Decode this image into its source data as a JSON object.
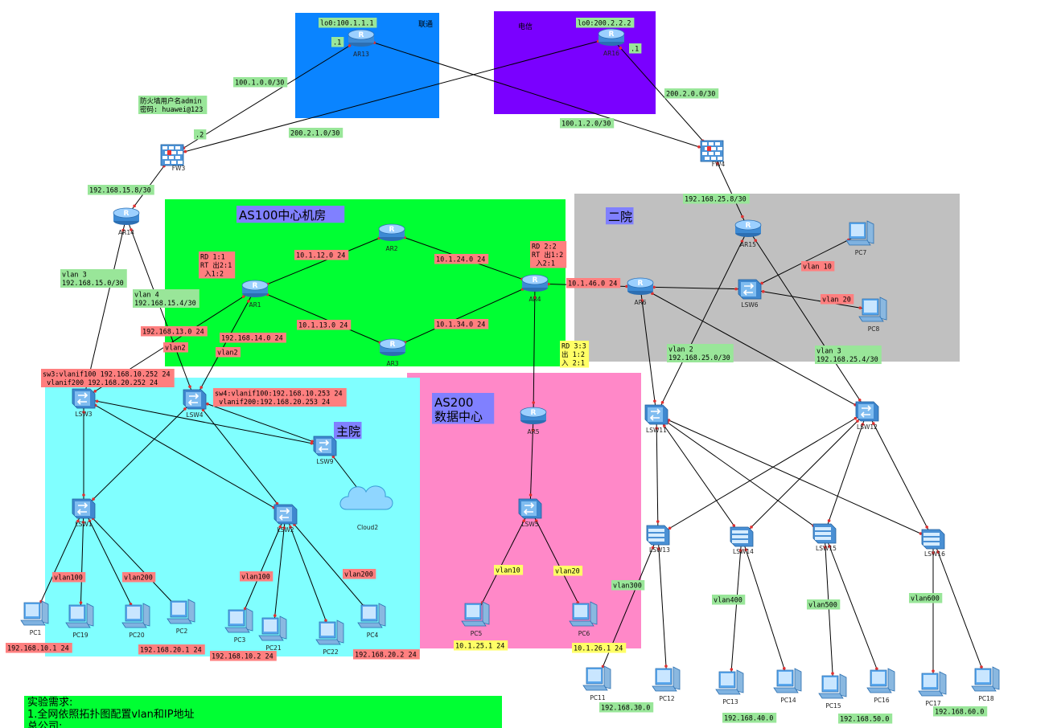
{
  "colors": {
    "unicom": "#0a84ff",
    "telecom": "#7a00ff",
    "as100": "#00ff33",
    "second_hospital": "#c0c0c0",
    "as200": "#ff88c8",
    "main_hospital": "#80ffff",
    "label_green": "#99e699",
    "label_red": "#ff7f7f",
    "label_yellow": "#ffff66",
    "title_box": "#8080ff",
    "link": "#000000",
    "port": "#e03030"
  },
  "areas": [
    {
      "id": "unicom",
      "title": "联通"
    },
    {
      "id": "telecom",
      "title": "电信"
    },
    {
      "id": "as100",
      "title": "AS100中心机房"
    },
    {
      "id": "second",
      "title": "二院"
    },
    {
      "id": "as200",
      "title": "AS200\n数据中心"
    },
    {
      "id": "main",
      "title": "主院"
    }
  ],
  "devices": [
    {
      "id": "AR13",
      "type": "router"
    },
    {
      "id": "AR16",
      "type": "router"
    },
    {
      "id": "FW3",
      "type": "firewall"
    },
    {
      "id": "FW4",
      "type": "firewall"
    },
    {
      "id": "AR14",
      "type": "router"
    },
    {
      "id": "AR15",
      "type": "router"
    },
    {
      "id": "AR1",
      "type": "router"
    },
    {
      "id": "AR2",
      "type": "router"
    },
    {
      "id": "AR3",
      "type": "router"
    },
    {
      "id": "AR4",
      "type": "router"
    },
    {
      "id": "AR5",
      "type": "router"
    },
    {
      "id": "AR6",
      "type": "router"
    },
    {
      "id": "LSW3",
      "type": "l3switch"
    },
    {
      "id": "LSW4",
      "type": "l3switch"
    },
    {
      "id": "LSW9",
      "type": "l3switch"
    },
    {
      "id": "LSW1",
      "type": "l3switch"
    },
    {
      "id": "LSW2",
      "type": "l3switch"
    },
    {
      "id": "LSW5",
      "type": "l3switch"
    },
    {
      "id": "LSW6",
      "type": "l3switch"
    },
    {
      "id": "LSW11",
      "type": "l3switch"
    },
    {
      "id": "LSW12",
      "type": "l3switch"
    },
    {
      "id": "LSW13",
      "type": "l2switch"
    },
    {
      "id": "LSW14",
      "type": "l2switch"
    },
    {
      "id": "LSW15",
      "type": "l2switch"
    },
    {
      "id": "LSW16",
      "type": "l2switch"
    },
    {
      "id": "Cloud2",
      "type": "cloud"
    },
    {
      "id": "PC1",
      "type": "pc"
    },
    {
      "id": "PC19",
      "type": "pc"
    },
    {
      "id": "PC20",
      "type": "pc"
    },
    {
      "id": "PC2",
      "type": "pc"
    },
    {
      "id": "PC3",
      "type": "pc"
    },
    {
      "id": "PC21",
      "type": "pc"
    },
    {
      "id": "PC22",
      "type": "pc"
    },
    {
      "id": "PC4",
      "type": "pc"
    },
    {
      "id": "PC5",
      "type": "pc"
    },
    {
      "id": "PC6",
      "type": "pc"
    },
    {
      "id": "PC7",
      "type": "pc"
    },
    {
      "id": "PC8",
      "type": "pc"
    },
    {
      "id": "PC11",
      "type": "pc"
    },
    {
      "id": "PC12",
      "type": "pc"
    },
    {
      "id": "PC13",
      "type": "pc"
    },
    {
      "id": "PC14",
      "type": "pc"
    },
    {
      "id": "PC15",
      "type": "pc"
    },
    {
      "id": "PC16",
      "type": "pc"
    },
    {
      "id": "PC17",
      "type": "pc"
    },
    {
      "id": "PC18",
      "type": "pc"
    }
  ],
  "links": [
    [
      "AR13",
      "FW3"
    ],
    [
      "AR13",
      "FW4"
    ],
    [
      "AR16",
      "FW3"
    ],
    [
      "AR16",
      "FW4"
    ],
    [
      "FW3",
      "AR14"
    ],
    [
      "FW4",
      "AR15"
    ],
    [
      "AR14",
      "LSW3"
    ],
    [
      "AR14",
      "LSW4"
    ],
    [
      "AR1",
      "AR2"
    ],
    [
      "AR1",
      "AR3"
    ],
    [
      "AR2",
      "AR4"
    ],
    [
      "AR3",
      "AR4"
    ],
    [
      "AR1",
      "LSW3"
    ],
    [
      "AR1",
      "LSW4"
    ],
    [
      "AR4",
      "AR6"
    ],
    [
      "AR4",
      "AR5"
    ],
    [
      "AR5",
      "LSW5"
    ],
    [
      "LSW5",
      "PC5"
    ],
    [
      "LSW5",
      "PC6"
    ],
    [
      "AR6",
      "LSW6"
    ],
    [
      "LSW6",
      "PC7"
    ],
    [
      "LSW6",
      "PC8"
    ],
    [
      "AR6",
      "LSW11"
    ],
    [
      "AR6",
      "LSW12"
    ],
    [
      "AR15",
      "LSW11"
    ],
    [
      "AR15",
      "LSW12"
    ],
    [
      "LSW3",
      "LSW9"
    ],
    [
      "LSW4",
      "LSW9"
    ],
    [
      "LSW9",
      "Cloud2"
    ],
    [
      "LSW3",
      "LSW1"
    ],
    [
      "LSW3",
      "LSW2"
    ],
    [
      "LSW4",
      "LSW1"
    ],
    [
      "LSW4",
      "LSW2"
    ],
    [
      "LSW1",
      "PC1"
    ],
    [
      "LSW1",
      "PC19"
    ],
    [
      "LSW1",
      "PC20"
    ],
    [
      "LSW1",
      "PC2"
    ],
    [
      "LSW2",
      "PC3"
    ],
    [
      "LSW2",
      "PC21"
    ],
    [
      "LSW2",
      "PC22"
    ],
    [
      "LSW2",
      "PC4"
    ],
    [
      "LSW11",
      "LSW13"
    ],
    [
      "LSW11",
      "LSW14"
    ],
    [
      "LSW11",
      "LSW15"
    ],
    [
      "LSW11",
      "LSW16"
    ],
    [
      "LSW12",
      "LSW13"
    ],
    [
      "LSW12",
      "LSW14"
    ],
    [
      "LSW12",
      "LSW15"
    ],
    [
      "LSW12",
      "LSW16"
    ],
    [
      "LSW13",
      "PC11"
    ],
    [
      "LSW13",
      "PC12"
    ],
    [
      "LSW14",
      "PC13"
    ],
    [
      "LSW14",
      "PC14"
    ],
    [
      "LSW15",
      "PC15"
    ],
    [
      "LSW15",
      "PC16"
    ],
    [
      "LSW16",
      "PC17"
    ],
    [
      "LSW16",
      "PC18"
    ]
  ],
  "labels": [
    {
      "id": "lo13",
      "text": "lo0:100.1.1.1",
      "color": "green"
    },
    {
      "id": "dot1a",
      "text": ".1",
      "color": "green"
    },
    {
      "id": "lo16",
      "text": "lo0:200.2.2.2",
      "color": "green"
    },
    {
      "id": "dot1b",
      "text": ".1",
      "color": "green"
    },
    {
      "id": "n100_1_0",
      "text": "100.1.0.0/30",
      "color": "green"
    },
    {
      "id": "fwuser",
      "text": "防火墙用户名admin\n密码: huawei@123",
      "color": "green"
    },
    {
      "id": "dot2",
      "text": ".2",
      "color": "green"
    },
    {
      "id": "n200_2_1",
      "text": "200.2.1.0/30",
      "color": "green"
    },
    {
      "id": "n100_1_2",
      "text": "100.1.2.0/30",
      "color": "green"
    },
    {
      "id": "n200_2_0",
      "text": "200.2.0.0/30",
      "color": "green"
    },
    {
      "id": "n15_8",
      "text": "192.168.15.8/30",
      "color": "green"
    },
    {
      "id": "n25_8",
      "text": "192.168.25.8/30",
      "color": "green"
    },
    {
      "id": "vlan3a",
      "text": "vlan 3\n192.168.15.0/30",
      "color": "green"
    },
    {
      "id": "vlan4a",
      "text": "vlan 4\n192.168.15.4/30",
      "color": "green"
    },
    {
      "id": "rd1",
      "text": "RD 1:1\nRT 出2:1\n   入1:2",
      "color": "red"
    },
    {
      "id": "n12",
      "text": "10.1.12.0 24",
      "color": "red"
    },
    {
      "id": "n24",
      "text": "10.1.24.0 24",
      "color": "red"
    },
    {
      "id": "rd2",
      "text": "RD 2:2\nRT 出1:2\n   入2:1",
      "color": "red"
    },
    {
      "id": "n46",
      "text": "10.1.46.0 24",
      "color": "red"
    },
    {
      "id": "n13",
      "text": "10.1.13.0 24",
      "color": "red"
    },
    {
      "id": "n34",
      "text": "10.1.34.0 24",
      "color": "red"
    },
    {
      "id": "n168_13",
      "text": "192.168.13.0 24",
      "color": "red"
    },
    {
      "id": "n168_14",
      "text": "192.168.14.0 24",
      "color": "red"
    },
    {
      "id": "vlan2a",
      "text": "vlan2",
      "color": "red"
    },
    {
      "id": "vlan2b",
      "text": "vlan2",
      "color": "red"
    },
    {
      "id": "rd3",
      "text": "RD 3:3\n出 1:2\n入 2:1",
      "color": "yellow"
    },
    {
      "id": "sw3",
      "text": "sw3:vlanif100 192.168.10.252 24\n    vlanif200 192.168.20.252 24",
      "color": "red"
    },
    {
      "id": "sw4",
      "text": "sw4:vlanif100:192.168.10.253 24\n    vlanif200:192.168.20.253 24",
      "color": "red"
    },
    {
      "id": "vlan2c",
      "text": "vlan 2\n192.168.25.0/30",
      "color": "green"
    },
    {
      "id": "vlan3c",
      "text": "vlan 3\n192.168.25.4/30",
      "color": "green"
    },
    {
      "id": "vlan10a",
      "text": "vlan 10",
      "color": "red"
    },
    {
      "id": "vlan20a",
      "text": "vlan 20",
      "color": "red"
    },
    {
      "id": "vlan100a",
      "text": "vlan100",
      "color": "red"
    },
    {
      "id": "vlan200a",
      "text": "vlan200",
      "color": "red"
    },
    {
      "id": "vlan100b",
      "text": "vlan100",
      "color": "red"
    },
    {
      "id": "vlan200b",
      "text": "vlan200",
      "color": "red"
    },
    {
      "id": "ip10_1",
      "text": "192.168.10.1 24",
      "color": "red"
    },
    {
      "id": "ip20_1",
      "text": "192.168.20.1 24",
      "color": "red"
    },
    {
      "id": "ip10_2",
      "text": "192.168.10.2 24",
      "color": "red"
    },
    {
      "id": "ip20_2",
      "text": "192.168.20.2 24",
      "color": "red"
    },
    {
      "id": "vlan10b",
      "text": "vlan10",
      "color": "yellow"
    },
    {
      "id": "vlan20b",
      "text": "vlan20",
      "color": "yellow"
    },
    {
      "id": "ip25",
      "text": "10.1.25.1 24",
      "color": "yellow"
    },
    {
      "id": "ip26",
      "text": "10.1.26.1 24",
      "color": "yellow"
    },
    {
      "id": "vlan300",
      "text": "vlan300",
      "color": "green"
    },
    {
      "id": "vlan400",
      "text": "vlan400",
      "color": "green"
    },
    {
      "id": "vlan500",
      "text": "vlan500",
      "color": "green"
    },
    {
      "id": "vlan600",
      "text": "vlan600",
      "color": "green"
    },
    {
      "id": "n30",
      "text": "192.168.30.0",
      "color": "green"
    },
    {
      "id": "n40",
      "text": "192.168.40.0",
      "color": "green"
    },
    {
      "id": "n50",
      "text": "192.168.50.0",
      "color": "green"
    },
    {
      "id": "n60",
      "text": "192.168.60.0",
      "color": "green"
    }
  ],
  "requirements": {
    "lines": [
      "实验需求:",
      "1.全网依照拓扑图配置vlan和IP地址",
      "总公司:"
    ]
  }
}
